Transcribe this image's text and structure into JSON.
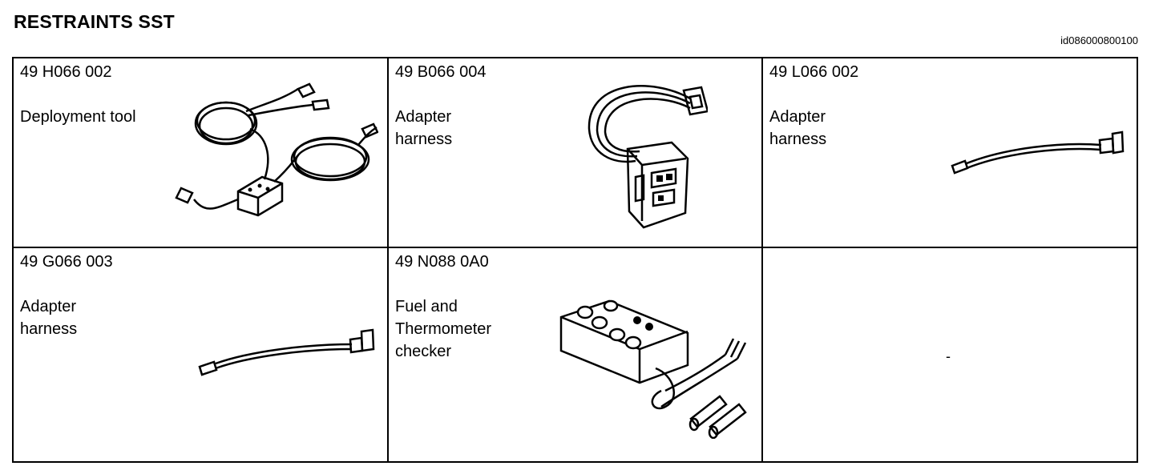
{
  "header": {
    "title": "RESTRAINTS SST",
    "doc_id": "id086000800100"
  },
  "tools": [
    {
      "part_number": "49 H066 002",
      "name": "Deployment tool",
      "illustration": "deployment-tool-icon"
    },
    {
      "part_number": "49 B066 004",
      "name": "Adapter\nharness",
      "illustration": "adapter-harness-connector-icon"
    },
    {
      "part_number": "49 L066 002",
      "name": "Adapter\nharness",
      "illustration": "adapter-harness-cable-icon"
    },
    {
      "part_number": "49 G066 003",
      "name": "Adapter\nharness",
      "illustration": "adapter-harness-cable-icon"
    },
    {
      "part_number": "49 N088 0A0",
      "name": "Fuel and\nThermometer\nchecker",
      "illustration": "fuel-thermometer-checker-icon"
    }
  ],
  "empty_cell": {
    "mark": "-"
  }
}
